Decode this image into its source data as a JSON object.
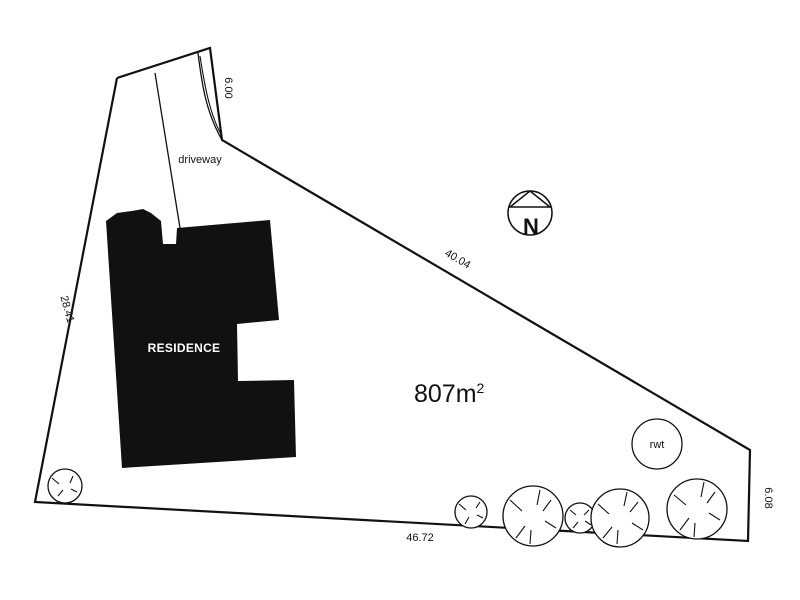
{
  "site": {
    "area_value": "807m",
    "area_superscript": "2"
  },
  "dimensions": {
    "north_edge": "6.00",
    "northeast_edge": "40.04",
    "east_edge": "6.08",
    "south_edge": "46.72",
    "west_edge": "28.41"
  },
  "labels": {
    "driveway": "driveway",
    "residence": "RESIDENCE",
    "rwt": "rwt",
    "north": "N"
  },
  "colors": {
    "ink": "#111111",
    "background": "#ffffff",
    "building_fill": "#111111"
  }
}
